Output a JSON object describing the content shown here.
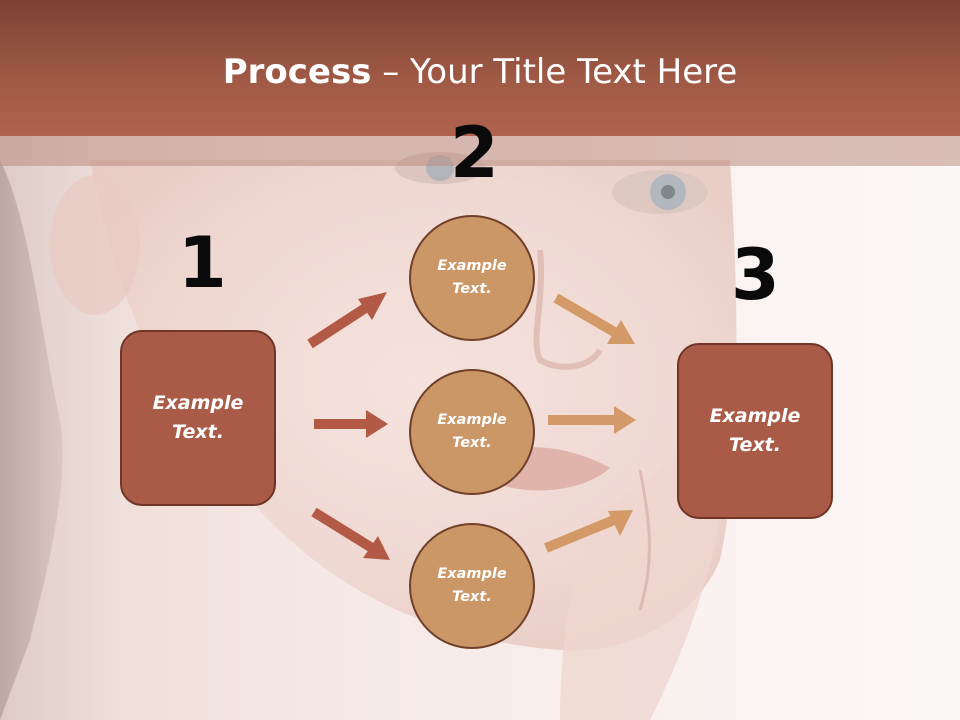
{
  "slide": {
    "title_bold": "Process",
    "title_rest": " – Your Title Text Here",
    "colors": {
      "header": "#a05a46",
      "box_fill": "#aa5b48",
      "box_border": "#6f3526",
      "circle_fill": "#cb9766",
      "circle_border": "#70402a",
      "arrow_left": "#b35a47",
      "arrow_right": "#d39a67"
    }
  },
  "steps": {
    "n1": "1",
    "n2": "2",
    "n3": "3"
  },
  "nodes": {
    "left": "Example\nText.",
    "right": "Example\nText.",
    "circle_top": "Example\nText.",
    "circle_mid": "Example\nText.",
    "circle_bot": "Example\nText."
  }
}
